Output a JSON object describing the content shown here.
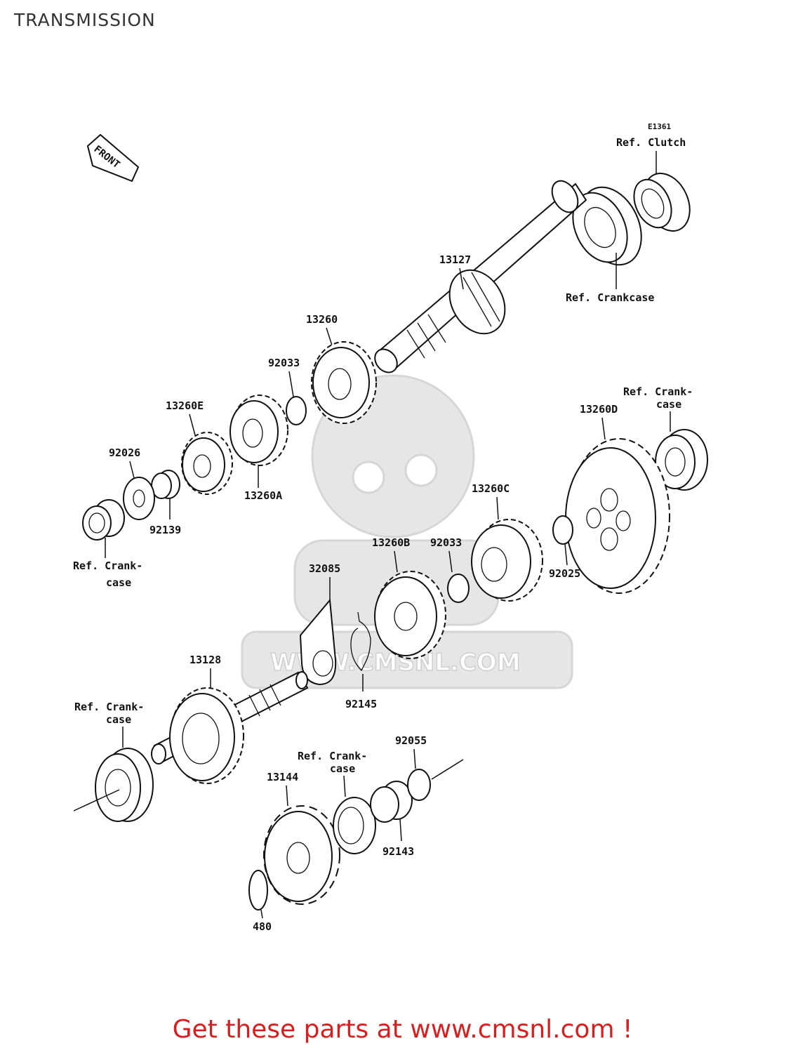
{
  "page": {
    "title": "TRANSMISSION"
  },
  "footer": {
    "promo": "Get these parts at www.cmsnl.com !"
  },
  "diagram": {
    "code": "E1361",
    "front_marker": "FRONT",
    "watermark": "WWW.CMSNL.COM",
    "ref_labels": {
      "clutch": "Ref. Clutch",
      "crankcase_top": "Ref. Crankcase",
      "crankcase_right_1": "Ref. Crank-",
      "crankcase_right_2": "case",
      "crankcase_left_1": "Ref. Crank-",
      "crankcase_left_2": "case",
      "crankcase_lower_1": "Ref. Crank-",
      "crankcase_lower_2": "case",
      "crankcase_bottom_1": "Ref. Crank-",
      "crankcase_bottom_2": "case"
    },
    "parts": {
      "p13127": "13127",
      "p13260": "13260",
      "p92033_a": "92033",
      "p13260E": "13260E",
      "p13260A": "13260A",
      "p92026": "92026",
      "p92139": "92139",
      "p13260D": "13260D",
      "p13260C": "13260C",
      "p13260B": "13260B",
      "p92033_b": "92033",
      "p92025": "92025",
      "p32085": "32085",
      "p92145": "92145",
      "p13128": "13128",
      "p92055": "92055",
      "p13144": "13144",
      "p92143": "92143",
      "p480": "480"
    }
  }
}
